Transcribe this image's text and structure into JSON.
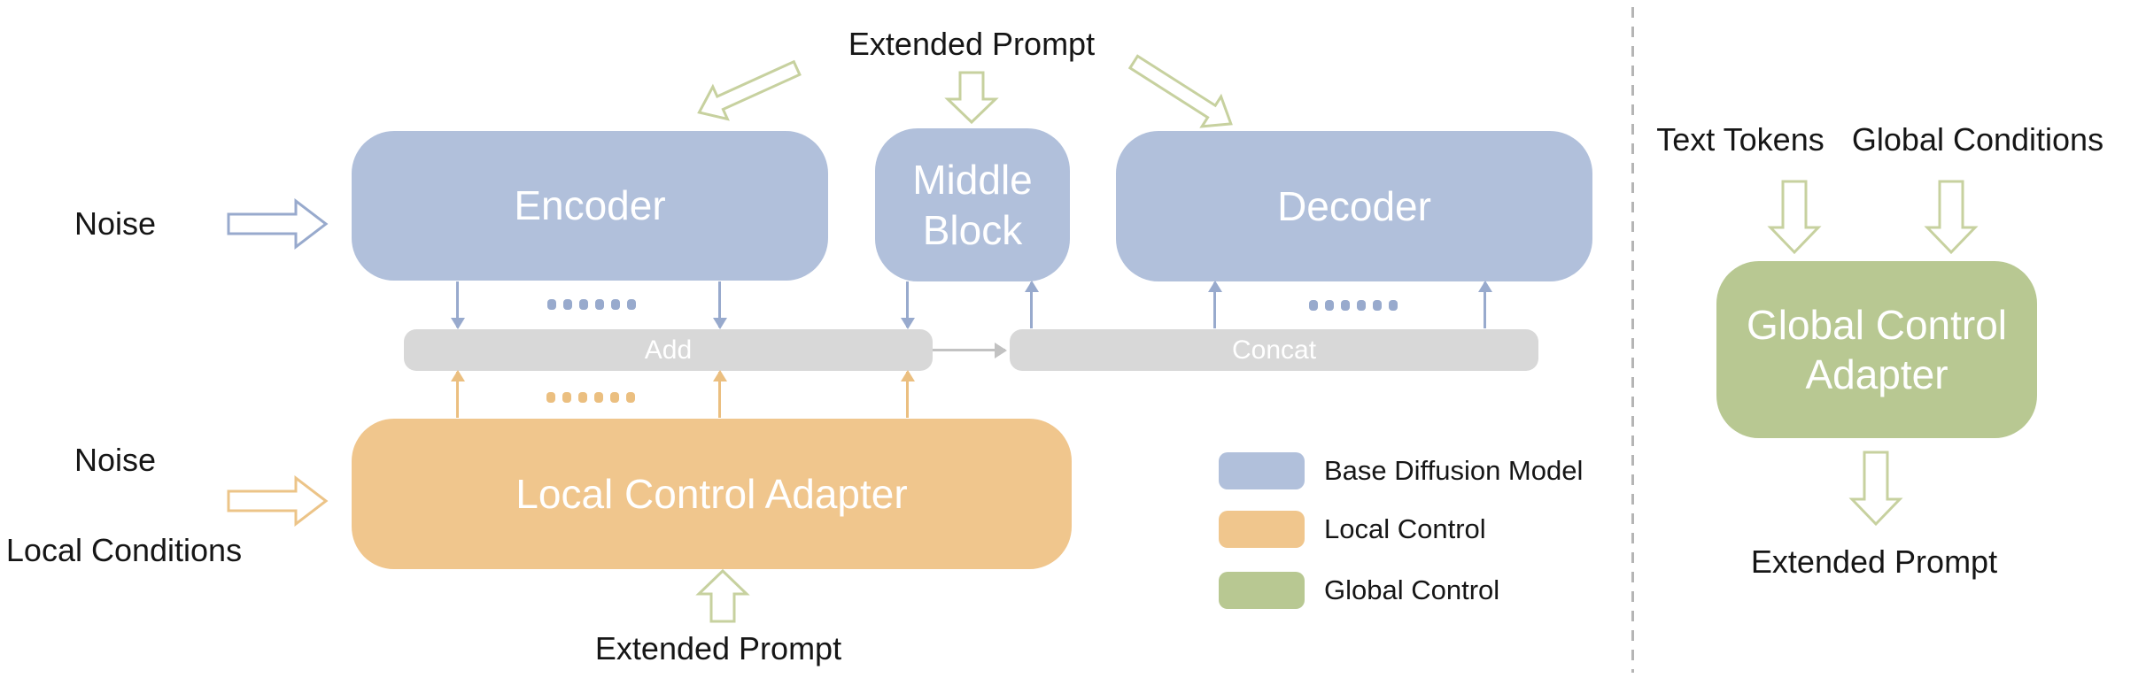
{
  "colors": {
    "blue_fill": "#b1c0db",
    "blue_stroke": "#98aacd",
    "orange_fill": "#f0c68d",
    "orange_stroke": "#ebbf80",
    "orange_ol": "#ecc488",
    "green_fill": "#b8c892",
    "green_stroke": "#c7d19f",
    "gray_fill": "#d8d8d8",
    "gray_stroke": "#c2c2c2",
    "divider": "#b5b5b5",
    "box_text": "#ffffff",
    "label_text": "#161616"
  },
  "labels": {
    "extended_prompt_top": "Extended Prompt",
    "noise_top": "Noise",
    "noise_bottom": "Noise",
    "local_conditions": "Local Conditions",
    "extended_prompt_bottom": "Extended Prompt"
  },
  "diffusion": {
    "encoder_label": "Encoder",
    "middle_block_lines": [
      "Middle",
      "Block"
    ],
    "decoder_label": "Decoder",
    "add_label": "Add",
    "concat_label": "Concat",
    "local_adapter_label": "Local Control Adapter"
  },
  "legend": {
    "items": [
      {
        "label": "Base Diffusion Model",
        "color": "#b1c0db"
      },
      {
        "label": "Local Control",
        "color": "#f0c68d"
      },
      {
        "label": "Global Control",
        "color": "#b8c892"
      }
    ]
  },
  "right_panel": {
    "text_tokens_label": "Text Tokens",
    "global_conditions_label": "Global Conditions",
    "adapter_lines": [
      "Global Control",
      "Adapter"
    ],
    "extended_prompt_label": "Extended Prompt"
  }
}
